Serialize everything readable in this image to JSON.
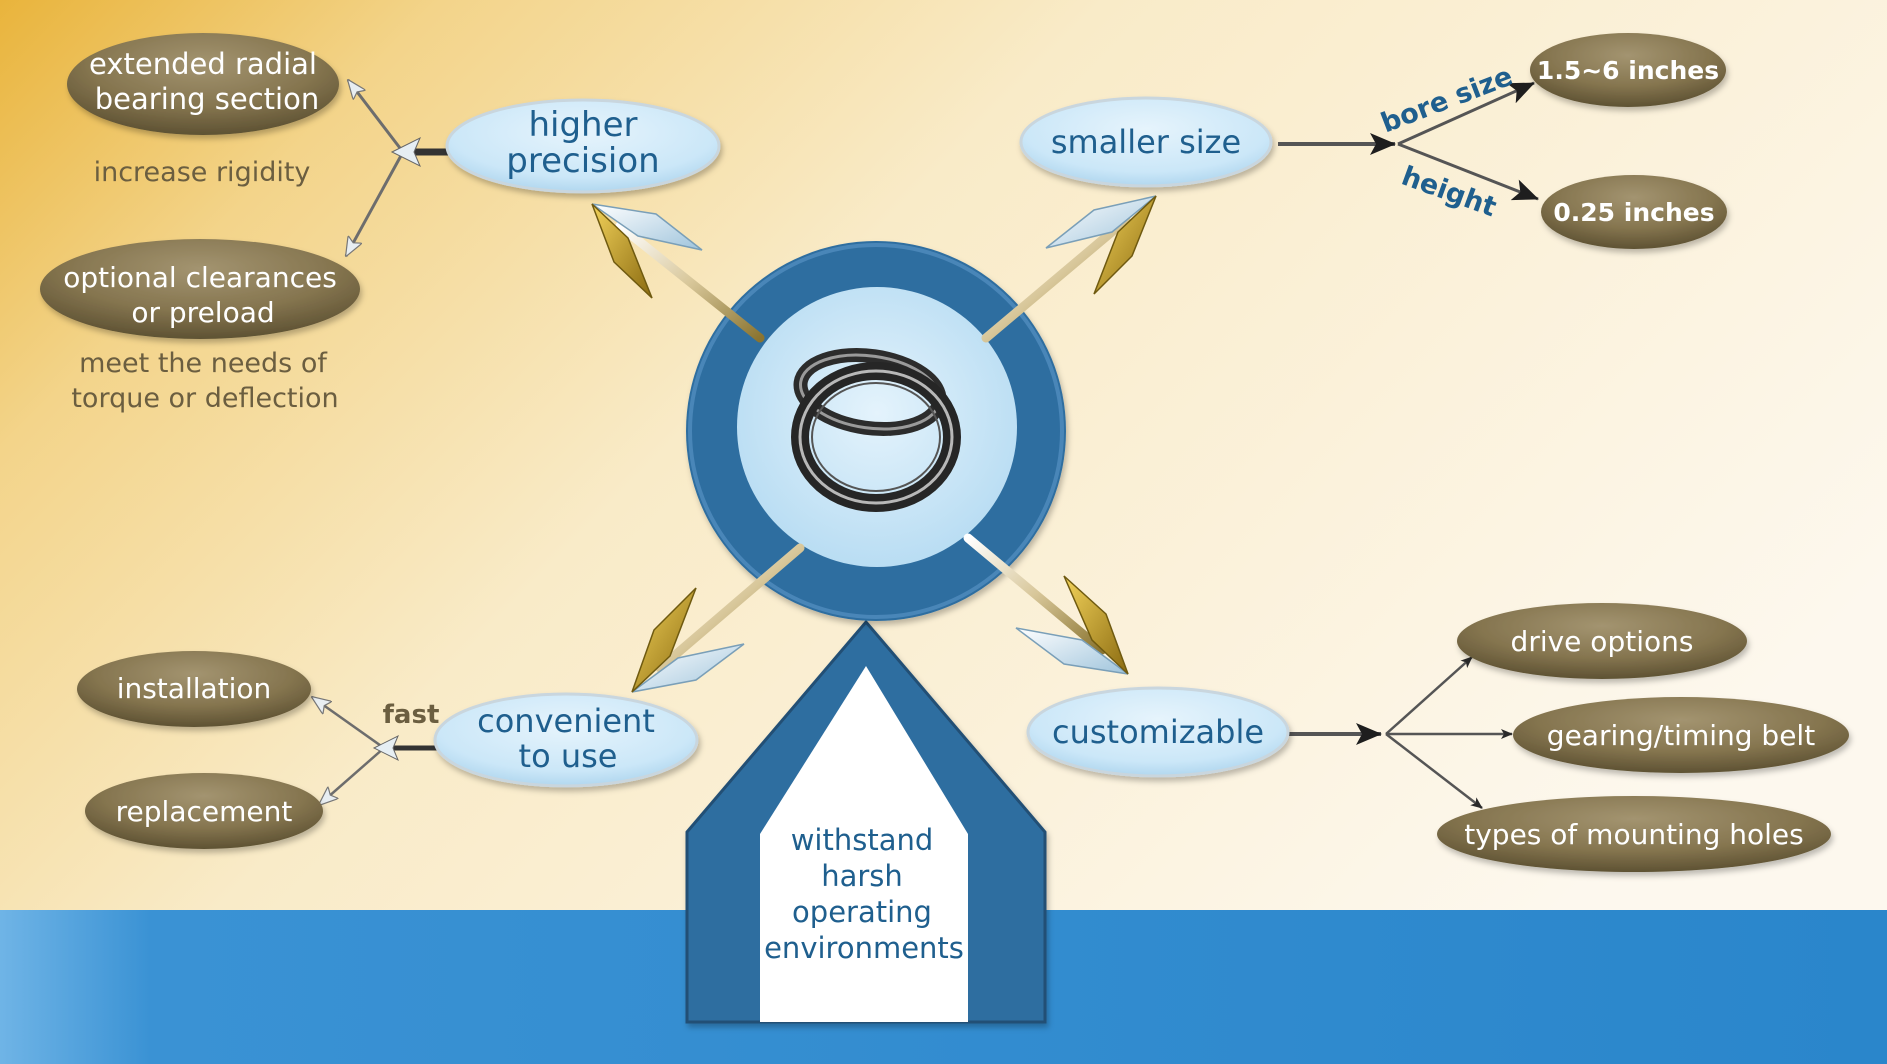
{
  "center": {
    "image_alt": "crossed roller bearing rings"
  },
  "branches": {
    "precision": {
      "label_line1": "higher",
      "label_line2": "precision",
      "leaves": [
        {
          "line1": "extended radial",
          "line2": "bearing section",
          "caption1": "increase rigidity",
          "caption2": ""
        },
        {
          "line1": "optional clearances",
          "line2": "or preload",
          "caption1": "meet the needs of",
          "caption2": "torque or deflection"
        }
      ]
    },
    "size": {
      "label": "smaller size",
      "edge_top": "bore size",
      "edge_bottom": "height",
      "leaves": [
        {
          "label": "1.5~6 inches"
        },
        {
          "label": "0.25 inches"
        }
      ]
    },
    "convenient": {
      "label_line1": "convenient",
      "label_line2": "to use",
      "edge_label": "fast",
      "leaves": [
        {
          "label": "installation"
        },
        {
          "label": "replacement"
        }
      ]
    },
    "custom": {
      "label": "customizable",
      "leaves": [
        {
          "label": "drive options"
        },
        {
          "label": "gearing/timing belt"
        },
        {
          "label": "types of mounting holes"
        }
      ]
    }
  },
  "base": {
    "line1": "withstand",
    "line2": "harsh",
    "line3": "operating",
    "line4": "environments"
  },
  "colors": {
    "leaf_fill": "#857550",
    "bubble_fill": "#cfe9f8",
    "hub_ring": "#2f6ea0",
    "sea": "#2b86cc",
    "bg_warm": "#efc45a",
    "bg_light": "#fdf8ec"
  }
}
